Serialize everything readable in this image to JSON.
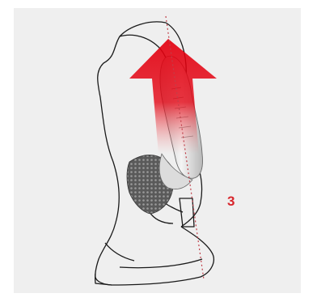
{
  "diagram": {
    "callout": "3",
    "callout_color": "#d8262c",
    "arrow_color": "#e3000f",
    "axis_color": "#c0404a",
    "panel_color": "#efefef",
    "outline_color": "#1a1a1a",
    "icons": [
      "boot-outline",
      "up-arrow",
      "rotation-axis-line",
      "ankle-brace",
      "mesh-panel"
    ]
  }
}
